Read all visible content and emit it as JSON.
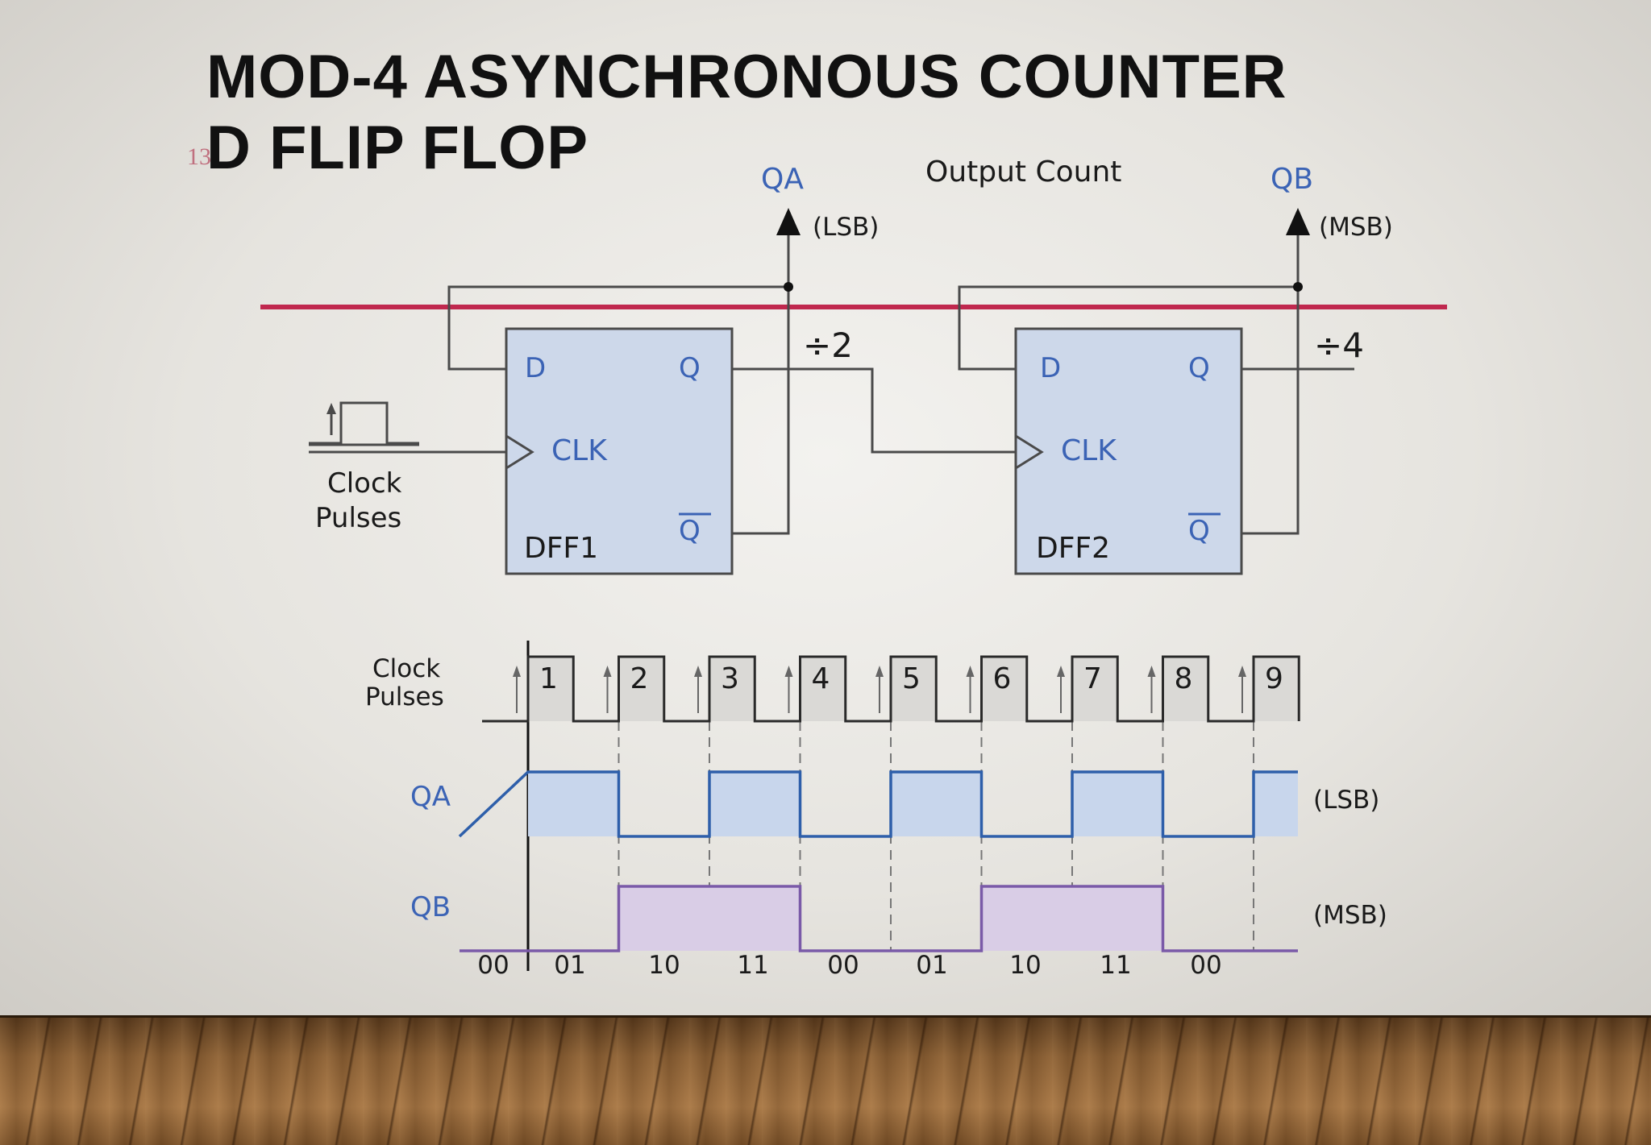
{
  "slide": {
    "title_line1": "MOD-4 ASYNCHRONOUS COUNTER",
    "title_line2": "D FLIP FLOP",
    "slide_number": "13"
  },
  "circuit": {
    "output_count_label": "Output Count",
    "qa_label": "QA",
    "qa_sub": "(LSB)",
    "qb_label": "QB",
    "qb_sub": "(MSB)",
    "div2": "÷2",
    "div4": "÷4",
    "clock_label_1": "Clock",
    "clock_label_2": "Pulses",
    "ff1": {
      "d": "D",
      "q": "Q",
      "qbar": "Q",
      "clk": "CLK",
      "name": "DFF1"
    },
    "ff2": {
      "d": "D",
      "q": "Q",
      "qbar": "Q",
      "clk": "CLK",
      "name": "DFF2"
    }
  },
  "timing": {
    "clock_label_1": "Clock",
    "clock_label_2": "Pulses",
    "qa_label": "QA",
    "qb_label": "QB",
    "lsb": "(LSB)",
    "msb": "(MSB)",
    "pulse_numbers": [
      "1",
      "2",
      "3",
      "4",
      "5",
      "6",
      "7",
      "8",
      "9"
    ],
    "qa_levels": [
      1,
      0,
      1,
      0,
      1,
      0,
      1,
      0,
      1
    ],
    "qb_levels": [
      0,
      1,
      1,
      0,
      0,
      1,
      1,
      0,
      0
    ],
    "counts": [
      "00",
      "01",
      "10",
      "11",
      "00",
      "01",
      "10",
      "11",
      "00"
    ]
  },
  "colors": {
    "wire": "#4a4a4a",
    "ff_fill": "#cdd8ea",
    "blue_text": "#3b63b5",
    "qa_wave": "#2e5faa",
    "qa_fill": "#c8d6ec",
    "qb_wave": "#7a5aa8",
    "qb_fill": "#d9cde6",
    "red_line": "#c0284e"
  }
}
